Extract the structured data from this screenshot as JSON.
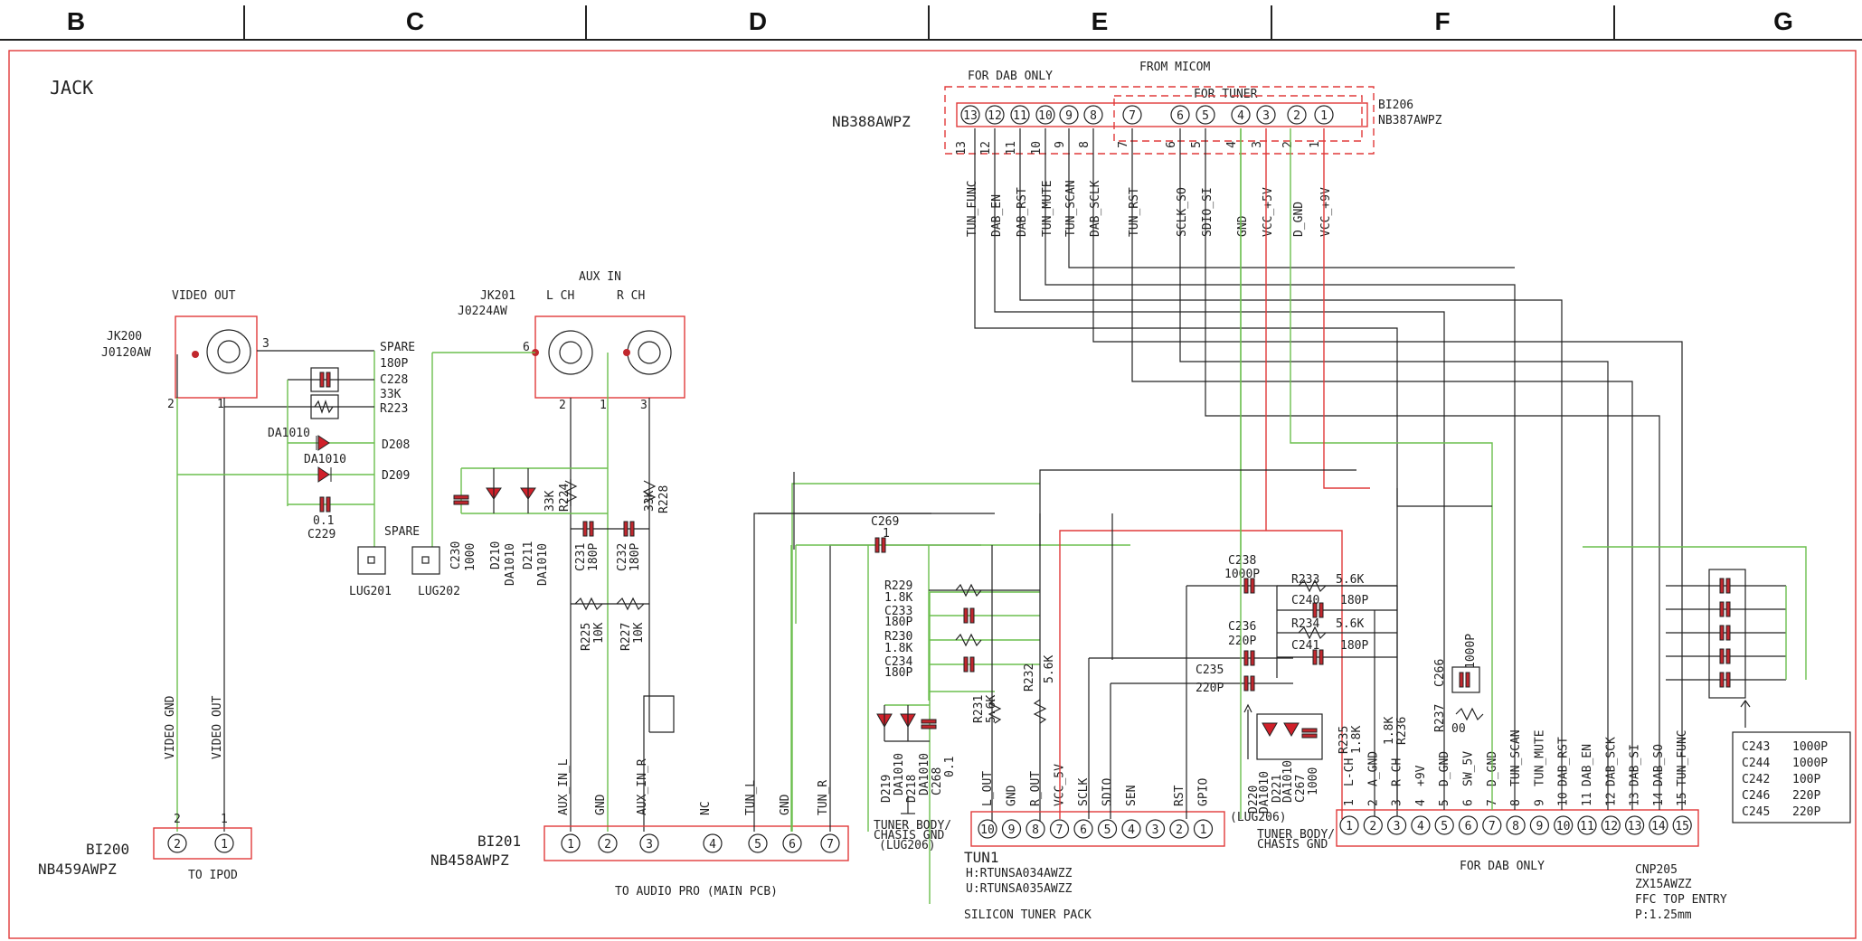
{
  "grid_columns": [
    "B",
    "C",
    "D",
    "E",
    "F",
    "G"
  ],
  "section_title": "JACK",
  "video_out": {
    "title": "VIDEO OUT",
    "ref": "JK200",
    "part": "J0120AW",
    "pin3": "3",
    "pin2": "2",
    "pin1": "1",
    "c228": "C228",
    "c228_val": "180P",
    "spare1": "SPARE",
    "r223": "R223",
    "r223_val": "33K",
    "d208_type": "DA1010",
    "d208": "D208",
    "d209_type": "DA1010",
    "d209": "D209",
    "c229_val": "0.1",
    "c229": "C229",
    "spare2": "SPARE",
    "lug201": "LUG201"
  },
  "aux_in": {
    "title": "AUX IN",
    "ref": "JK201",
    "part": "J0224AW",
    "lch": "L CH",
    "rch": "R CH",
    "pin6": "6",
    "pin2": "2",
    "pin1": "1",
    "pin3": "3",
    "lug202": "LUG202",
    "c230": "C230",
    "c230_val": "1000",
    "d210": "D210",
    "d210_type": "DA1010",
    "d211": "D211",
    "d211_type": "DA1010",
    "r224": "R224",
    "r224_val": "33K",
    "r228": "R228",
    "r228_val": "33K",
    "c231": "C231",
    "c231_val": "180P",
    "c232": "C232",
    "c232_val": "180P",
    "r225": "R225",
    "r225_val": "10K",
    "r227": "R227",
    "r227_val": "10K"
  },
  "bi200": {
    "ref": "BI200",
    "part": "NB459AWPZ",
    "caption": "TO IPOD",
    "pins": [
      "2",
      "1"
    ],
    "nets": [
      "VIDEO GND",
      "VIDEO OUT"
    ]
  },
  "bi201": {
    "ref": "BI201",
    "part": "NB458AWPZ",
    "caption": "TO AUDIO PRO (MAIN PCB)",
    "pins": [
      "1",
      "2",
      "3",
      "4",
      "5",
      "6",
      "7"
    ],
    "nets": [
      "AUX_IN_L",
      "GND",
      "AUX_IN_R",
      "NC",
      "TUN_L",
      "GND",
      "TUN_R"
    ]
  },
  "tuner_parts": {
    "c269": "C269",
    "c269_val": "1",
    "r229": "R229",
    "r229_val": "1.8K",
    "c233": "C233",
    "c233_val": "180P",
    "r230": "R230",
    "r230_val": "1.8K",
    "c234": "C234",
    "c234_val": "180P",
    "r231": "R231",
    "r231_val": "5.6K",
    "r232": "R232",
    "r232_val": "5.6K",
    "d219": "D219",
    "d219_type": "DA1010",
    "d218": "D218",
    "d218_type": "DA1010",
    "c268": "C268",
    "c268_val": "0.1",
    "gnd_note1": "TUNER BODY/",
    "gnd_note2": "CHASIS GND",
    "gnd_note3": "(LUG206)"
  },
  "tun1": {
    "ref": "TUN1",
    "part_h": "H:RTUNSA034AWZZ",
    "part_u": "U:RTUNSA035AWZZ",
    "caption": "SILICON TUNER PACK",
    "pins": [
      "10",
      "9",
      "8",
      "7",
      "6",
      "5",
      "4",
      "3",
      "2",
      "1"
    ],
    "nets": [
      "L_OUT",
      "GND",
      "R_OUT",
      "VCC_5V",
      "SCLK",
      "SDIO",
      "SEN",
      "",
      "RST",
      "GPIO"
    ]
  },
  "mid_parts": {
    "c238": "C238",
    "c238_val": "1000P",
    "c236": "C236",
    "c236_val": "220P",
    "c235": "C235",
    "c235_val": "220P",
    "r233": "R233",
    "r233_val": "5.6K",
    "c240": "C240",
    "c240_val": "180P",
    "r234": "R234",
    "r234_val": "5.6K",
    "c241": "C241",
    "c241_val": "180P",
    "d220": "D220",
    "d220_type": "DA1010",
    "d221": "D221",
    "d221_type": "DA1010",
    "c267": "C267",
    "c267_val": "1000",
    "lug": "(LUG206)",
    "gnd_note1": "TUNER BODY/",
    "gnd_note2": "CHASIS GND",
    "r235": "R235",
    "r235_val": "1.8K",
    "r236": "R236",
    "r236_val": "1.8K",
    "r237": "R237",
    "r237_val": "00",
    "c266": "C266",
    "c266_val": "1000P"
  },
  "micom": {
    "title": "FROM MICOM",
    "dab_only": "FOR DAB ONLY",
    "for_tuner": "FOR TUNER",
    "left_part": "NB388AWPZ",
    "right_ref": "BI206",
    "right_part": "NB387AWPZ",
    "pins": [
      "13",
      "12",
      "11",
      "10",
      "9",
      "8",
      "7",
      "6",
      "5",
      "4",
      "3",
      "2",
      "1"
    ],
    "nets": [
      "TUN_FUNC",
      "DAB_EN",
      "DAB_RST",
      "TUN_MUTE",
      "TUN_SCAN",
      "DAB_SCLK",
      "TUN_RST",
      "SCLK_SO",
      "SDIO_SI",
      "GND",
      "VCC_+5V",
      "D_GND",
      "VCC_+9V"
    ]
  },
  "cnp205": {
    "ref": "CNP205",
    "part": "ZX15AWZZ",
    "desc": "FFC TOP ENTRY",
    "pitch": "P:1.25mm",
    "caption": "FOR DAB ONLY",
    "pins": [
      "1",
      "2",
      "3",
      "4",
      "5",
      "6",
      "7",
      "8",
      "9",
      "10",
      "11",
      "12",
      "13",
      "14",
      "15"
    ],
    "nets": [
      "L-CH",
      "A_GND",
      "R-CH",
      "+9V",
      "D_GND",
      "SW_5V",
      "D_GND",
      "TUN_SCAN",
      "TUN_MUTE",
      "DAB_RST",
      "DAB_EN",
      "DAB_SCK",
      "DAB_SI",
      "DAB_SO",
      "TUN_FUNC"
    ]
  },
  "cap_legend": [
    {
      "ref": "C243",
      "val": "1000P"
    },
    {
      "ref": "C244",
      "val": "1000P"
    },
    {
      "ref": "C242",
      "val": "100P"
    },
    {
      "ref": "C246",
      "val": "220P"
    },
    {
      "ref": "C245",
      "val": "220P"
    }
  ]
}
